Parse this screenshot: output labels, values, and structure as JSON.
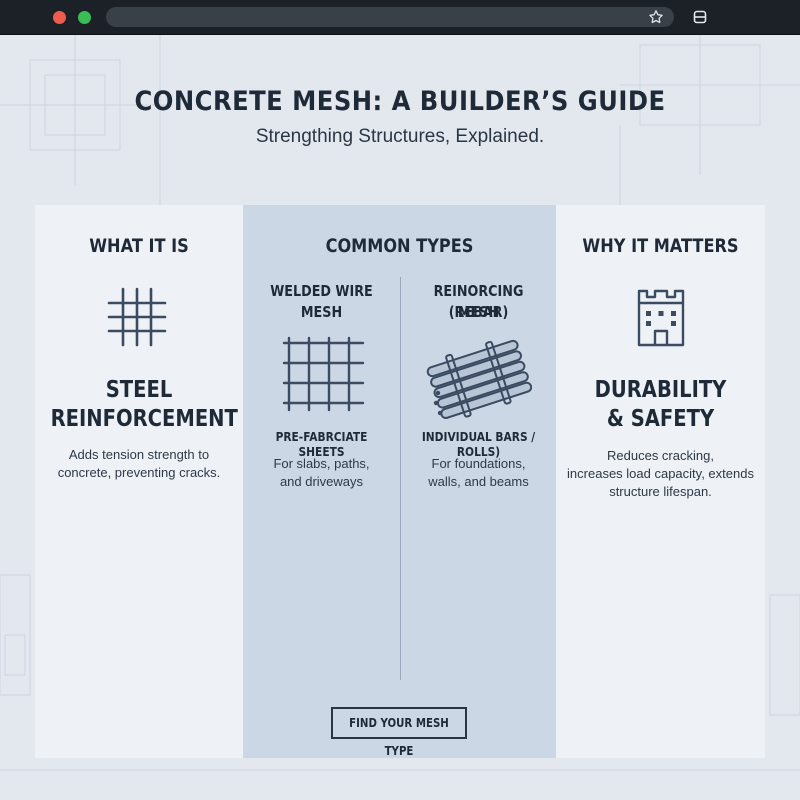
{
  "browser": {
    "icons": {
      "star": "star-icon",
      "tab": "tab-icon"
    }
  },
  "header": {
    "title": "CONCRETE MESH: A BUILDER’S GUIDE",
    "subtitle": "Strengthing Structures, Explained."
  },
  "left_panel": {
    "heading": "WHAT IT IS",
    "icon": "steel-grid-icon",
    "title_line1": "STEEL",
    "title_line2": "REINFORCEMENT",
    "description_line1": "Adds tension strength to",
    "description_line2": "concrete, preventing cracks."
  },
  "middle_panel": {
    "heading": "COMMON TYPES",
    "types": [
      {
        "name_line1": "WELDED WIRE",
        "name_line2": "MESH",
        "icon": "welded-mesh-icon",
        "label": "PRE-FABRCIATE SHEETS",
        "description_line1": "For slabs, paths,",
        "description_line2": "and driveways"
      },
      {
        "name_line1": "REINORCING MESH",
        "name_line2": "(REBAR)",
        "icon": "rebar-bundle-icon",
        "label": "INDIVIDUAL BARS / ROLLS)",
        "description_line1": "For foundations,",
        "description_line2": "walls, and beams"
      }
    ],
    "cta_label": "FIND YOUR MESH TYPE"
  },
  "right_panel": {
    "heading": "WHY IT MATTERS",
    "icon": "castle-tower-icon",
    "title_line1": "DURABILITY",
    "title_line2": "& SAFETY",
    "description_line1": "Reduces cracking,",
    "description_line2": "increases load capacity, extends",
    "description_line3": "structure lifespan."
  },
  "colors": {
    "background": "#e3e8ef",
    "panel_light": "#eef1f6",
    "panel_mid": "#ccd7e5",
    "text_dark": "#1f2a38",
    "browser_chrome": "#1c2128"
  }
}
